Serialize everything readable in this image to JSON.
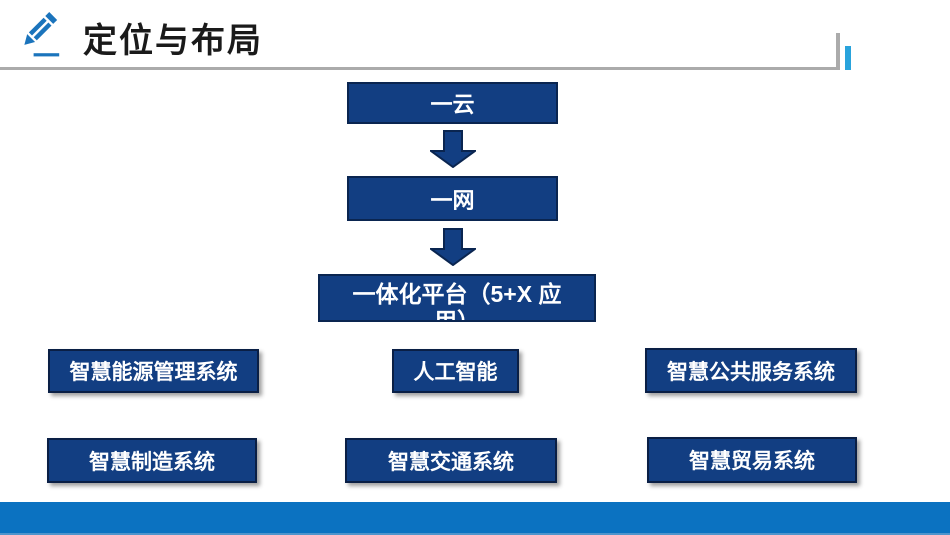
{
  "header": {
    "title": "定位与布局",
    "icon": "pencil-icon",
    "accent_colors": {
      "underline_gray": "#ababab",
      "accent_blue": "#29a3dc"
    }
  },
  "flow": {
    "nodes": [
      {
        "label": "一云"
      },
      {
        "label": "一网"
      },
      {
        "line1": "一体化平台（5+X 应",
        "line2": "用）"
      }
    ],
    "arrow_direction": "down"
  },
  "systems": {
    "row1": [
      "智慧能源管理系统",
      "人工智能",
      "智慧公共服务系统"
    ],
    "row2": [
      "智慧制造系统",
      "智慧交通系统",
      "智慧贸易系统"
    ]
  },
  "colors": {
    "box_fill": "#123e82",
    "box_border": "#0a2550",
    "footer_blue": "#0b72c1"
  }
}
